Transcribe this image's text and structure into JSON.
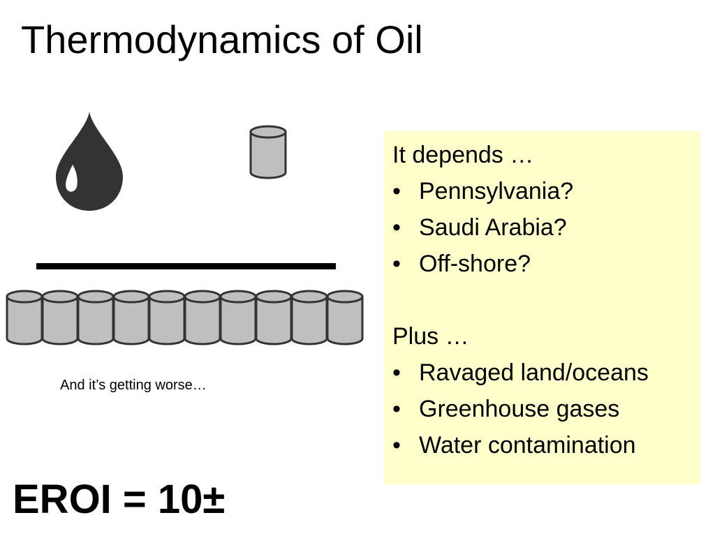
{
  "slide": {
    "title": "Thermodynamics of Oil",
    "caption": "And it’s getting worse…",
    "eroi": "EROI = 10±"
  },
  "figure": {
    "drop_icon": "oil-drop-icon",
    "barrel_icon": "oil-barrel-icon",
    "numerator_barrels": 1,
    "denominator_barrels": 10,
    "colors": {
      "drop": "#333333",
      "barrel_fill": "#bfbfbf",
      "barrel_outline": "#333333"
    }
  },
  "note_box": {
    "background": "#ffffcc",
    "heading1": "It depends …",
    "list1": [
      "Pennsylvania?",
      "Saudi Arabia?",
      "Off-shore?"
    ],
    "heading2": "Plus …",
    "list2": [
      "Ravaged land/oceans",
      "Greenhouse gases",
      "Water contamination"
    ],
    "bullet": "•"
  }
}
